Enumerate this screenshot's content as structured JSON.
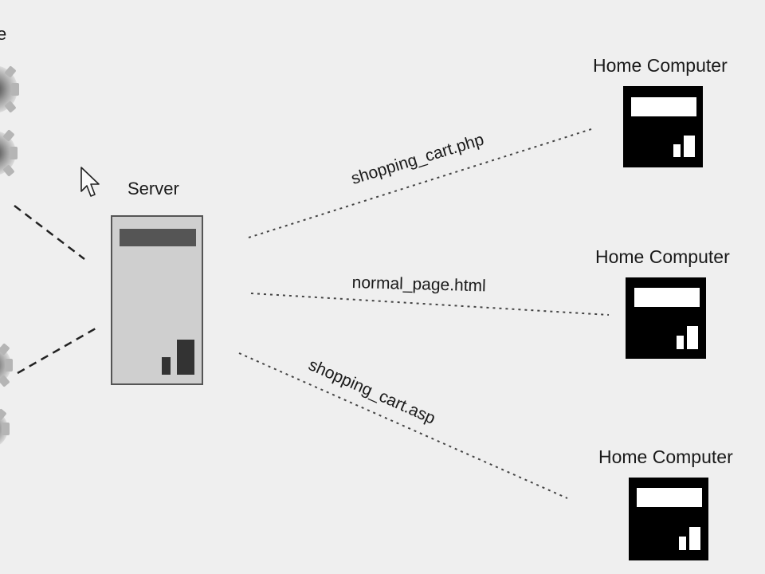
{
  "labels": {
    "cut_off_title_fragment": "e",
    "server": "Server",
    "home_computer_1": "Home Computer",
    "home_computer_2": "Home Computer",
    "home_computer_3": "Home Computer"
  },
  "connections": {
    "php": "shopping_cart.php",
    "html": "normal_page.html",
    "asp": "shopping_cart.asp"
  },
  "icons": {
    "server": "server-icon",
    "home_computer": "computer-icon",
    "gear": "gear-icon",
    "cursor": "mouse-cursor-icon"
  },
  "colors": {
    "background": "#efefef",
    "server_body": "#cfcfcf",
    "server_bar": "#555555",
    "computer_body": "#000000",
    "computer_screen": "#ffffff",
    "line": "#444444"
  }
}
